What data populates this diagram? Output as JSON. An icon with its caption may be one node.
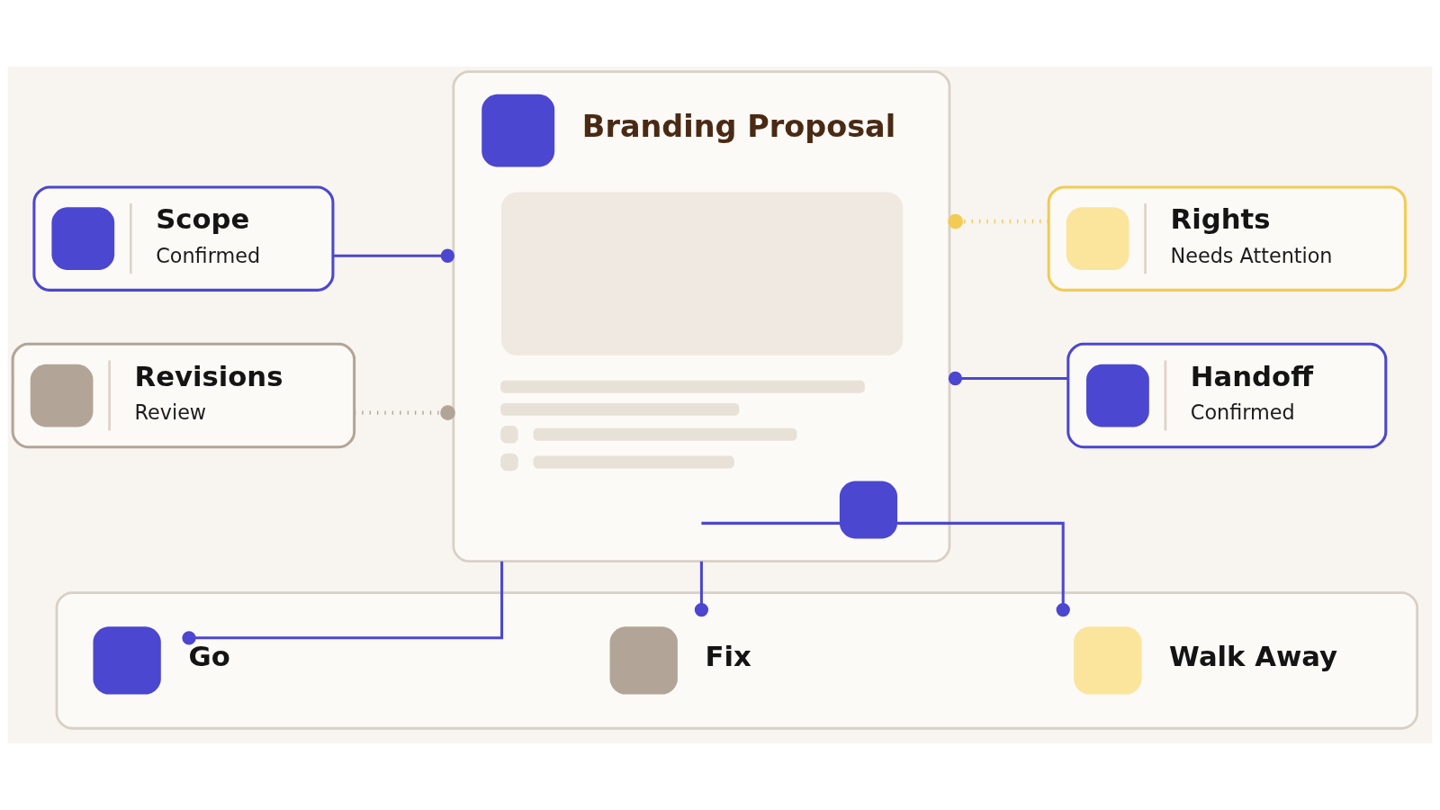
{
  "diagram": {
    "nodes": [
      {
        "text": [
          "Branding Proposal"
        ]
      },
      {
        "text": [
          "Scope",
          "Confirmed"
        ]
      },
      {
        "text": [
          "Rights",
          "Needs Attention"
        ]
      },
      {
        "text": [
          "Revisions",
          "Review"
        ]
      },
      {
        "text": [
          "Handoff",
          "Confirmed"
        ]
      },
      {
        "text": [],
        "shape": "box"
      },
      {
        "text": [
          "Go"
        ],
        "in": 5
      },
      {
        "text": [
          "Fix"
        ],
        "in": 5
      },
      {
        "text": [
          "Walk Away"
        ],
        "in": 5
      }
    ],
    "edges": [
      {
        "from": 1,
        "to": 0,
        "arrow": "other"
      },
      {
        "from": 2,
        "to": 0,
        "arrow": "other",
        "style": "dashed",
        "color": "#f2cb55"
      },
      {
        "from": 3,
        "to": 0,
        "arrow": "other",
        "style": "dashed",
        "color": "#b2a597"
      },
      {
        "from": 4,
        "to": 0,
        "arrow": "other"
      },
      {
        "from": 0,
        "to": 6,
        "arrow": "other"
      },
      {
        "from": 0,
        "to": 7,
        "arrow": "other"
      },
      {
        "from": 0,
        "to": 8,
        "arrow": "other"
      }
    ]
  }
}
